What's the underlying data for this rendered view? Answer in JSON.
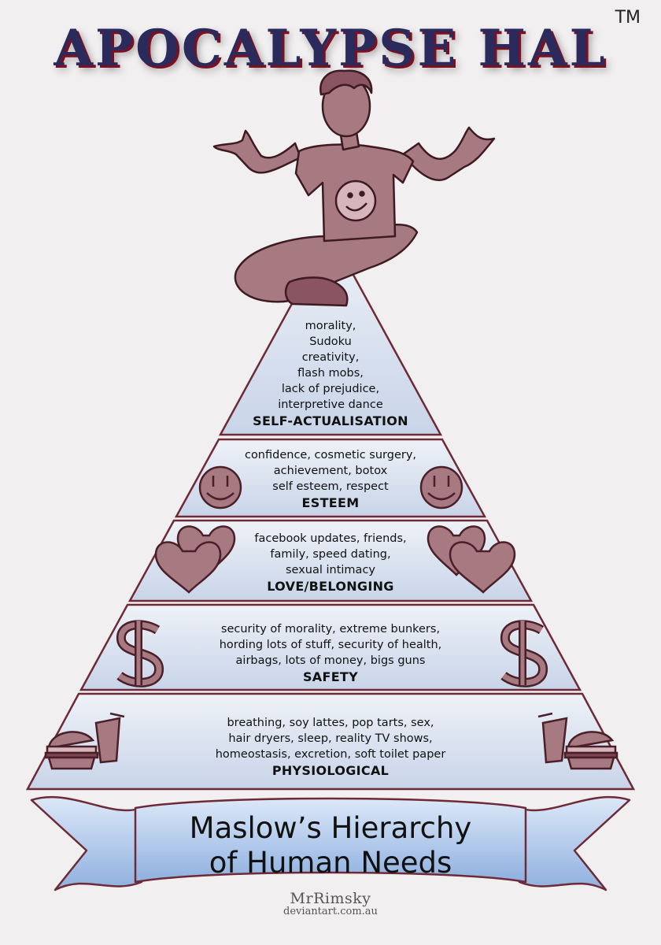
{
  "header": {
    "title": "APOCALYPSE HAL",
    "trademark": "TM"
  },
  "pyramid": {
    "tiers": [
      {
        "id": "self-actualisation",
        "lines": [
          "morality,",
          "Sudoku",
          "creativity,",
          "flash mobs,",
          "lack of prejudice,",
          "interpretive dance"
        ],
        "label": "SELF-ACTUALISATION",
        "icon": "none"
      },
      {
        "id": "esteem",
        "lines": [
          "confidence, cosmetic surgery,",
          "achievement, botox",
          "self esteem, respect"
        ],
        "label": "ESTEEM",
        "icon": "smiley-face-icon"
      },
      {
        "id": "love-belonging",
        "lines": [
          "facebook updates, friends,",
          "family, speed dating,",
          "sexual intimacy"
        ],
        "label": "LOVE/BELONGING",
        "icon": "hearts-icon"
      },
      {
        "id": "safety",
        "lines": [
          "security of morality, extreme bunkers,",
          "hording lots of stuff, security of health,",
          "airbags, lots of money, bigs guns"
        ],
        "label": "SAFETY",
        "icon": "dollar-sign-icon"
      },
      {
        "id": "physiological",
        "lines": [
          "breathing, soy lattes, pop tarts, sex,",
          "hair dryers, sleep, reality TV shows,",
          "homeostasis, excretion, soft toilet paper"
        ],
        "label": "PHYSIOLOGICAL",
        "icon": "burger-drink-icon"
      }
    ]
  },
  "banner": {
    "line1": "Maslow’s Hierarchy",
    "line2": "of Human Needs"
  },
  "credit": {
    "name": "MrRimsky",
    "site": "deviantart.com.au"
  },
  "colors": {
    "tier_fill": "#cfd9ea",
    "outline": "#6e2a36",
    "figure": "#a77a82",
    "banner": "#a9c4ea",
    "title_blue": "#2a2a5c",
    "title_red": "#7a1020"
  }
}
